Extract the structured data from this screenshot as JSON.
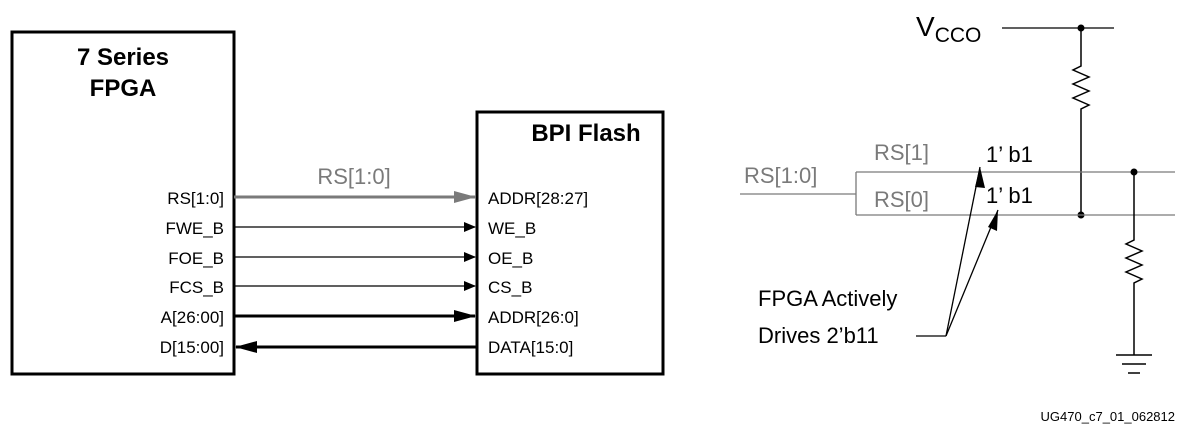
{
  "fpga": {
    "title_line1": "7 Series",
    "title_line2": "FPGA",
    "pins": [
      "RS[1:0]",
      "FWE_B",
      "FOE_B",
      "FCS_B",
      "A[26:00]",
      "D[15:00]"
    ]
  },
  "flash": {
    "title": "BPI Flash",
    "pins": [
      "ADDR[28:27]",
      "WE_B",
      "OE_B",
      "CS_B",
      "ADDR[26:0]",
      "DATA[15:0]"
    ]
  },
  "bus_label": "RS[1:0]",
  "right": {
    "vcco_main": "V",
    "vcco_sub": "CCO",
    "rs_bus": "RS[1:0]",
    "rs1": "RS[1]",
    "rs0": "RS[0]",
    "val1": "1’ b1",
    "val0": "1’ b1",
    "note_line1": "FPGA Actively",
    "note_line2": "Drives 2’b11"
  },
  "figure_id": "UG470_c7_01_062812",
  "colors": {
    "line": "#000000",
    "bus_gray": "#7a7a7a",
    "bg": "#ffffff"
  }
}
